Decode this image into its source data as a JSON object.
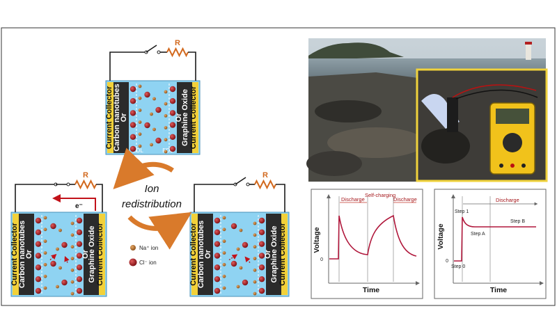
{
  "cell": {
    "left_collector": "Current Collector",
    "left_electrode": "Carbon nanotubes",
    "left_or": "Or",
    "right_collector": "Current Collector",
    "right_electrode": "Graphine Oxide",
    "edl": "EDL",
    "resistor": "R",
    "electron": "e⁻"
  },
  "cycle": {
    "line1": "Ion",
    "line2": "redistribution"
  },
  "legend": {
    "na": "Na⁺ ion",
    "cl": "Cl⁻ ion"
  },
  "colors": {
    "electrolyte": "#8fd3f2",
    "collector": "#f2d13a",
    "carbon": "#2b2b2b",
    "na_ion": "#b7712c",
    "cl_ion": "#a4161a",
    "wire": "#1a1a1a",
    "resistor": "#d2691e",
    "arrow": "#d97a2b",
    "curve": "#b0173b"
  },
  "graph1": {
    "ylabel": "Voltage",
    "xlabel": "Time",
    "zero": "0",
    "phases": [
      "Discharge",
      "Self-charging",
      "Discharge"
    ]
  },
  "graph2": {
    "ylabel": "Voltage",
    "xlabel": "Time",
    "zero": "0",
    "step0": "Step 0",
    "step1": "Step 1",
    "stepA": "Step A",
    "stepB": "Step B",
    "discharge": "Discharge"
  }
}
